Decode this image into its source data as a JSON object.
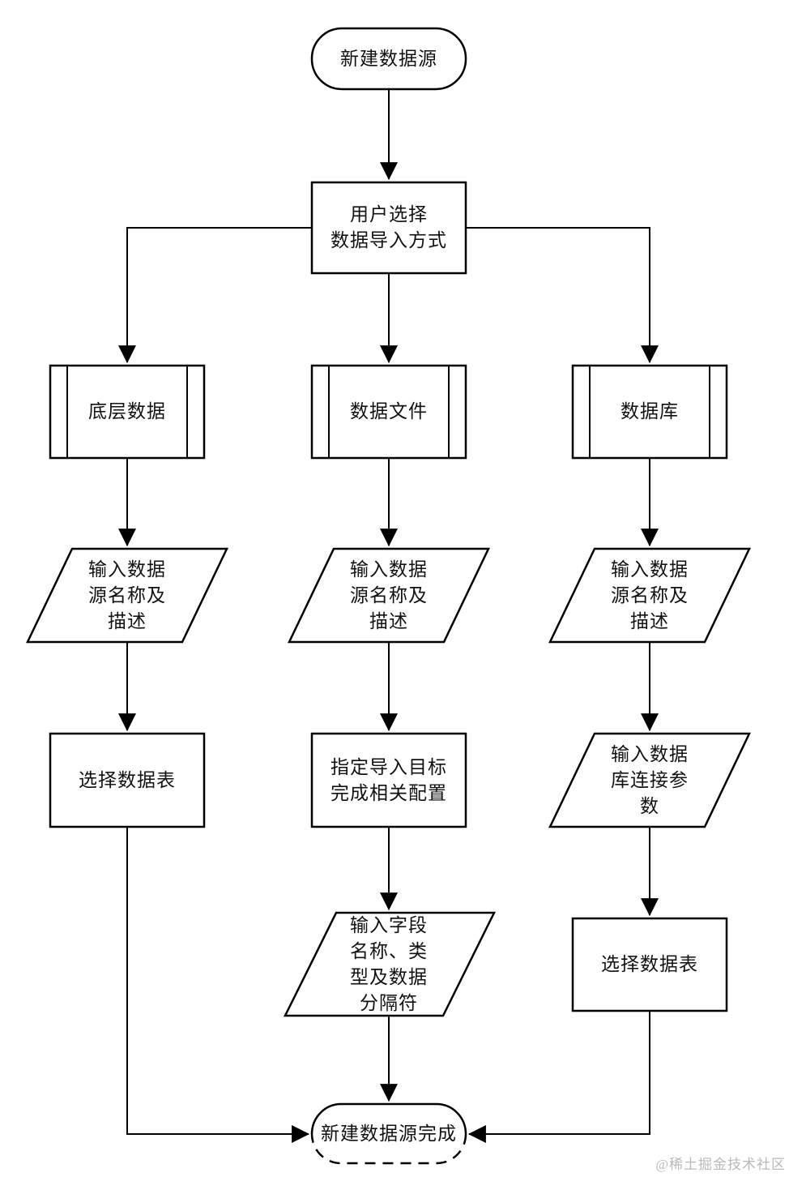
{
  "diagram": {
    "nodes": {
      "start": "新建数据源",
      "choose_method": "用户选择\n数据导入方式",
      "underlying_data": "底层数据",
      "data_file": "数据文件",
      "database": "数据库",
      "input_name_left": "输入数据\n源名称及\n描述",
      "input_name_middle": "输入数据\n源名称及\n描述",
      "input_name_right": "输入数据\n源名称及\n描述",
      "select_table_left": "选择数据表",
      "configure_import_target": "指定导入目标\n完成相关配置",
      "input_db_connection": "输入数据\n库连接参\n数",
      "input_field_info": "输入字段\n名称、类\n型及数据\n分隔符",
      "select_table_right": "选择数据表",
      "end": "新建数据源完成"
    },
    "watermark": "@稀土掘金技术社区",
    "colors": {
      "stroke": "#000000",
      "background": "#ffffff",
      "watermark_text": "#b9b9b9"
    }
  }
}
